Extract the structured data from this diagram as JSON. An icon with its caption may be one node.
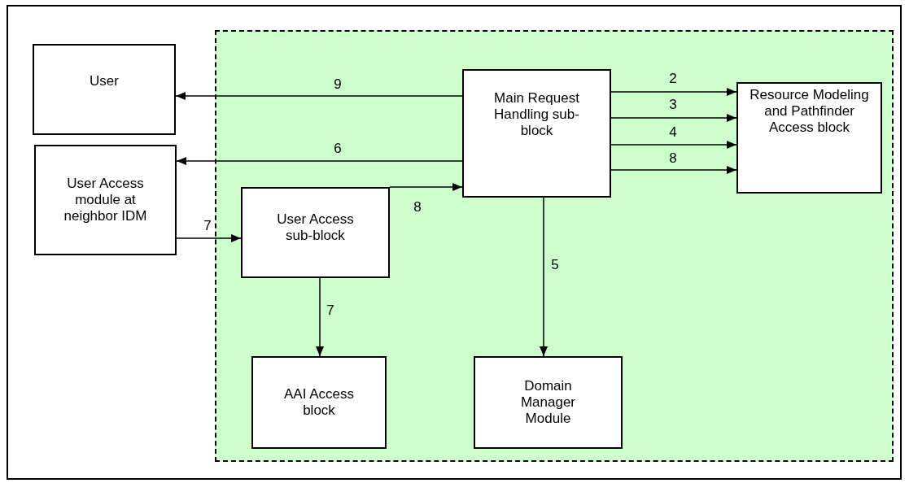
{
  "diagram": {
    "nodes": [
      {
        "text": [],
        "shape": "box"
      },
      {
        "text": [
          "User"
        ]
      },
      {
        "text": [
          "User Access module at neighbor IDM"
        ]
      },
      {
        "text": [
          "Main Request Handling sub-block"
        ],
        "in": 0
      },
      {
        "text": [
          "Resource Modeling and Pathfinder Access block"
        ],
        "in": 0
      },
      {
        "text": [
          "User Access sub-block"
        ],
        "in": 0
      },
      {
        "text": [
          "AAI Access block"
        ],
        "in": 0
      },
      {
        "text": [
          "Domain Manager Module"
        ],
        "in": 0
      }
    ],
    "edges": [
      {
        "from": 3,
        "to": 1,
        "arrow": "to",
        "label": "9"
      },
      {
        "from": 3,
        "to": 2,
        "arrow": "to",
        "label": "6"
      },
      {
        "from": 5,
        "to": 3,
        "arrow": "to",
        "label": "8"
      },
      {
        "from": 2,
        "to": 5,
        "arrow": "to",
        "label": "7"
      },
      {
        "from": 5,
        "to": 6,
        "arrow": "to",
        "label": "7"
      },
      {
        "from": 3,
        "to": 7,
        "arrow": "to",
        "label": "5"
      },
      {
        "from": 3,
        "to": 4,
        "arrow": "to",
        "label": "2"
      },
      {
        "from": 3,
        "to": 4,
        "arrow": "to",
        "label": "3"
      },
      {
        "from": 3,
        "to": 4,
        "arrow": "to",
        "label": "4"
      },
      {
        "from": 3,
        "to": 4,
        "arrow": "to",
        "label": "8"
      }
    ]
  }
}
